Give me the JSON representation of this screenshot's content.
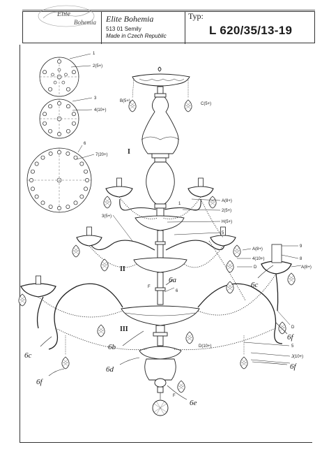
{
  "header": {
    "logo_text_1": "Elite",
    "logo_text_2": "Bohemia",
    "brand": "Elite Bohemia",
    "address_line1": "513 01 Semily",
    "address_line2": "Made in Czech Republic",
    "type_label": "Typ:",
    "model": "L 620/35/13-19"
  },
  "rings": {
    "r1_num": "1",
    "r1_desc": "2(5+)",
    "r2_num": "3",
    "r2_desc": "4(10+)",
    "r3_num": "6",
    "r3_desc": "7(20+)"
  },
  "labels": {
    "top_left_bead": "B(5+)",
    "top_right_bead": "C(5+)",
    "tier1": "I",
    "tier2": "II",
    "tier3": "III",
    "a_8_1": "A(8+)",
    "a_8_2": "A(8+)",
    "a_8_3": "A(8+)",
    "l_2_5": "2(5+)",
    "l_3_5": "3(5+)",
    "h_5": "H(5+)",
    "n_5": "5",
    "n_1": "1",
    "n_4_10": "4(10+)",
    "d_1": "D",
    "d_2": "D",
    "d_10": "D(10+)",
    "j_10": "J(10+)",
    "n_6": "6",
    "n_9": "9",
    "n_8": "8",
    "n_5b": "5",
    "f_1": "F",
    "f_2": "F"
  },
  "callouts": {
    "c6a": "6a",
    "c6b": "6b",
    "c6c_left": "6c",
    "c6c_right": "6c",
    "c6d": "6d",
    "c6e": "6e",
    "c6f_left": "6f",
    "c6f_right": "6f",
    "c6f_top": "6f"
  }
}
